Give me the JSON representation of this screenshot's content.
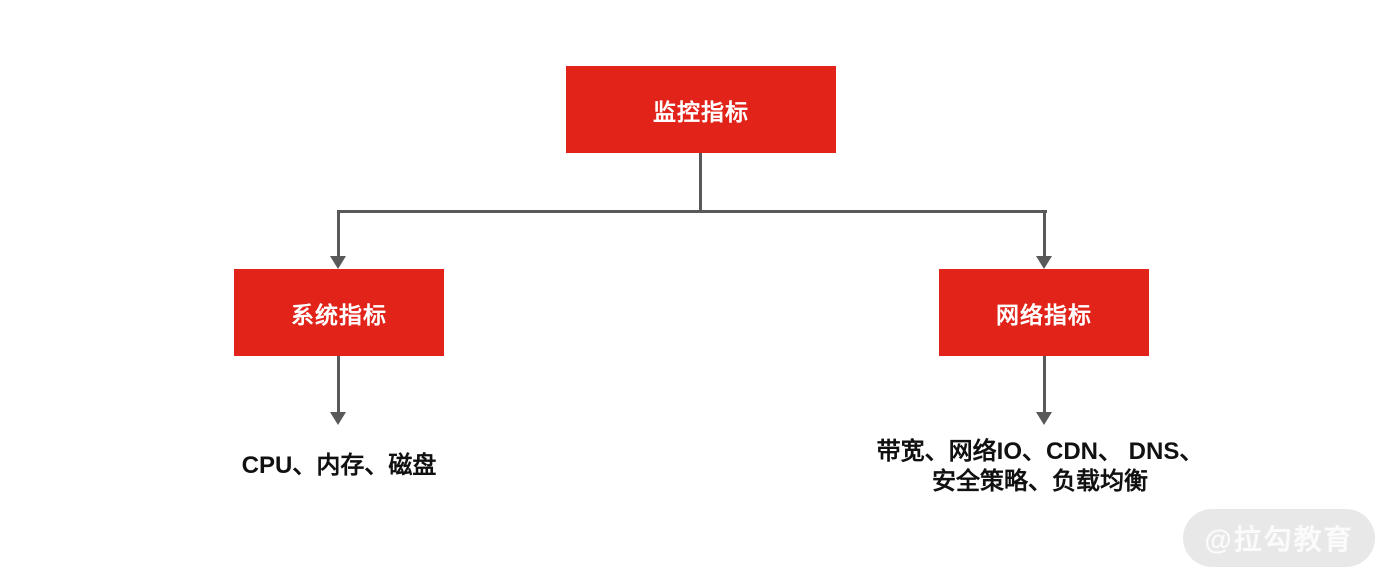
{
  "diagram": {
    "root_node": {
      "label": "监控指标"
    },
    "system_branch": {
      "box_label": "系统指标",
      "leaf_text": "CPU、内存、磁盘"
    },
    "network_branch": {
      "box_label": "网络指标",
      "leaf_lines": [
        "带宽、网络IO、CDN、 DNS、",
        "安全策略、负载均衡"
      ]
    }
  },
  "watermark": {
    "text": "@拉勾教育"
  },
  "colors": {
    "node_red": "#e2231a",
    "node_text": "#ffffff",
    "connector_gray": "#595959",
    "leaf_text": "#111111",
    "watermark_bg": "#e8e8e8",
    "watermark_text": "#fbfbfb"
  }
}
